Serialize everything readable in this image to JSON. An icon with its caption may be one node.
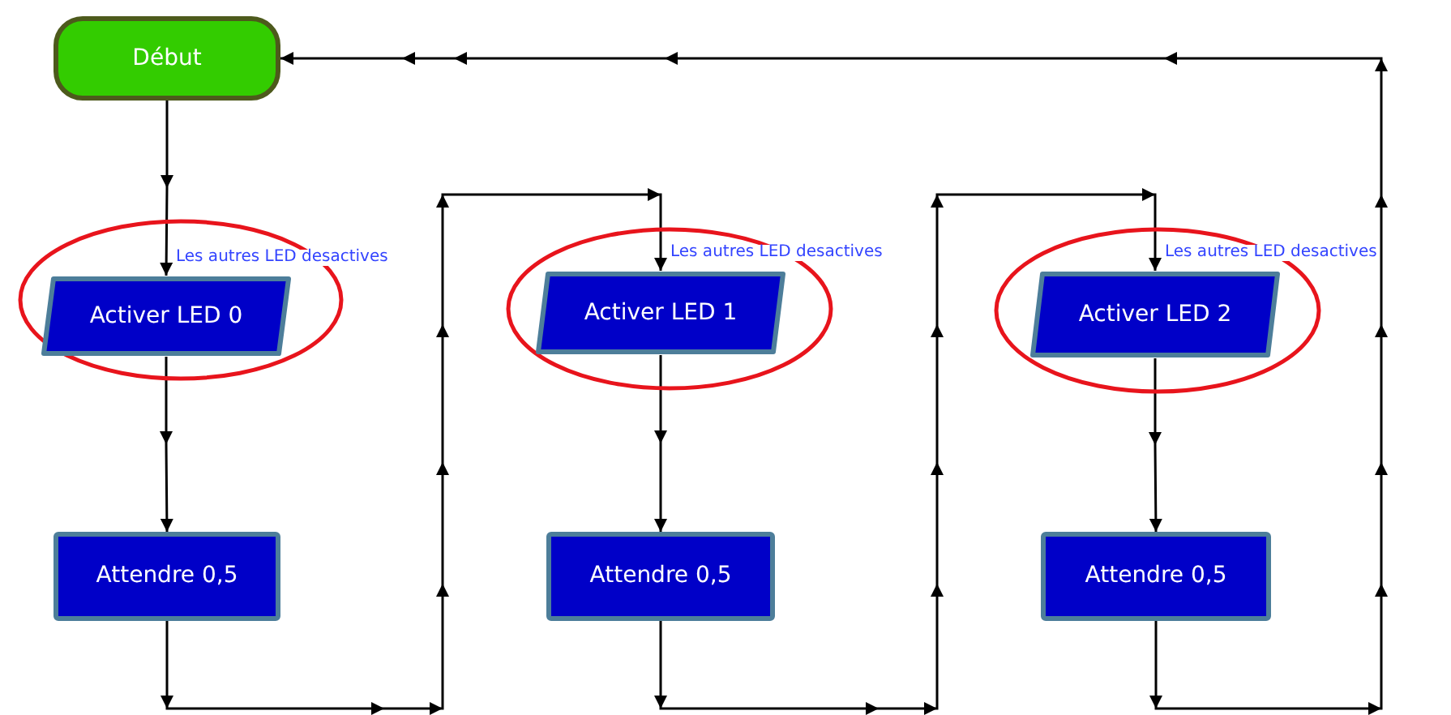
{
  "diagram": {
    "nodes": [
      {
        "text": [
          "Début"
        ]
      },
      {
        "text": [],
        "shape": "circle"
      },
      {
        "text": [
          "Activer LED 0"
        ],
        "in": 1,
        "beside": [
          "Les autres LED desactives"
        ]
      },
      {
        "text": [
          "Attendre 0,5"
        ]
      },
      {
        "text": [],
        "shape": "circle"
      },
      {
        "text": [
          "Activer LED 1"
        ],
        "in": 4,
        "beside": [
          "Les autres LED desactives"
        ]
      },
      {
        "text": [
          "Attendre 0,5"
        ]
      },
      {
        "text": [],
        "shape": "circle"
      },
      {
        "text": [
          "Activer LED 2"
        ],
        "in": 7,
        "beside": [
          "Les autres LED desactives"
        ]
      },
      {
        "text": [
          "Attendre 0,5"
        ]
      }
    ],
    "edges": [
      {
        "from": 0,
        "to": 2,
        "arrow": "to"
      },
      {
        "from": 2,
        "to": 3,
        "arrow": "to"
      },
      {
        "from": 3,
        "to": 5,
        "arrow": "to"
      },
      {
        "from": 5,
        "to": 6,
        "arrow": "to"
      },
      {
        "from": 6,
        "to": 8,
        "arrow": "to"
      },
      {
        "from": 8,
        "to": 9,
        "arrow": "to"
      },
      {
        "from": 9,
        "to": 0,
        "arrow": "to"
      }
    ]
  }
}
